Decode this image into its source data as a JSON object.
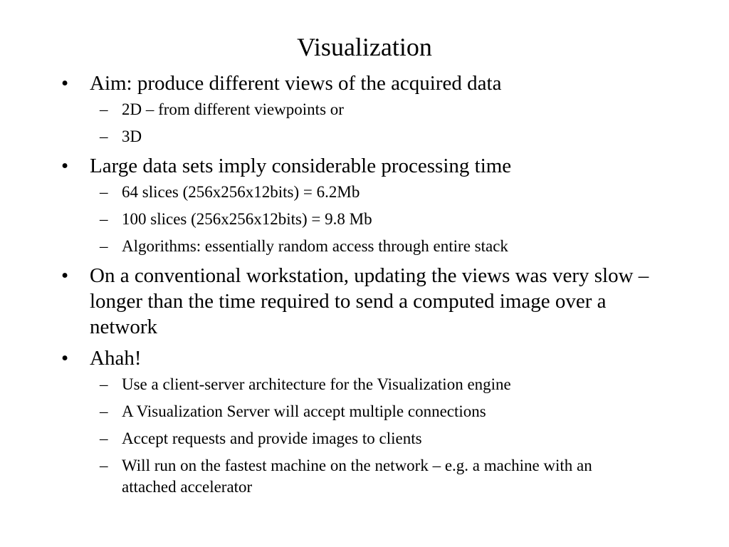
{
  "title": "Visualization",
  "markers": {
    "level1": "•",
    "level2": "–"
  },
  "bullets": [
    {
      "text": "Aim: produce different views of the acquired data",
      "subs": [
        "2D – from different viewpoints or",
        "3D"
      ]
    },
    {
      "text": "Large data sets imply considerable processing time",
      "subs": [
        "64 slices (256x256x12bits) = 6.2Mb",
        "100 slices (256x256x12bits) = 9.8 Mb",
        "Algorithms: essentially random access through entire stack"
      ]
    },
    {
      "text": "On a conventional workstation, updating the views was very slow – longer than the time required to send a computed image over a network",
      "subs": []
    },
    {
      "text": "Ahah!",
      "subs": [
        "Use a client-server architecture for the Visualization engine",
        "A Visualization Server will accept multiple connections",
        "Accept requests and provide images to clients",
        "Will run on the fastest machine on the network – e.g. a machine with an attached accelerator"
      ]
    }
  ]
}
